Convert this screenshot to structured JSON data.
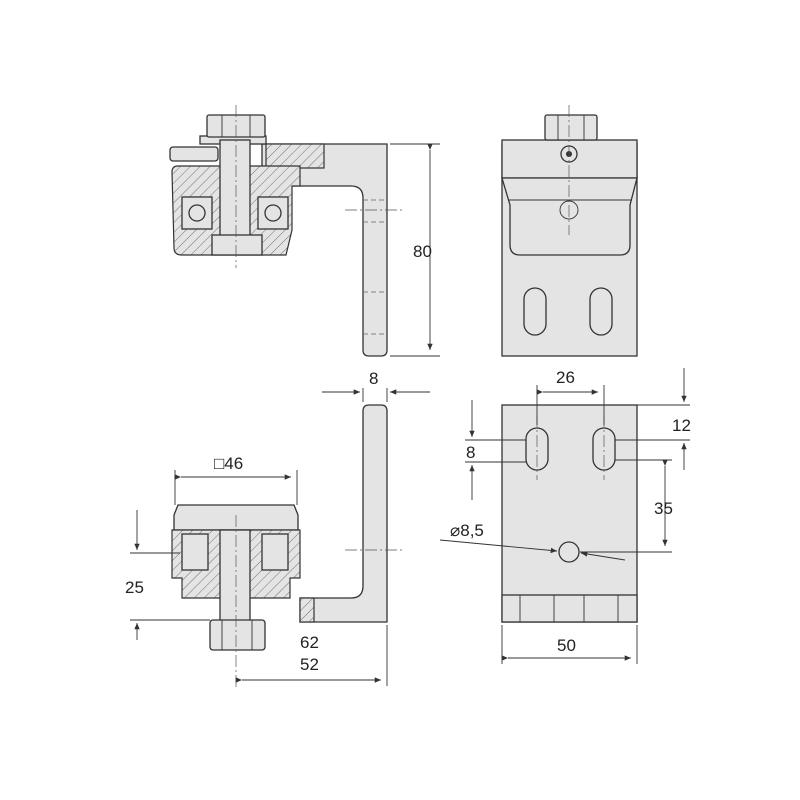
{
  "drawing": {
    "top_left_view": {
      "dim_height": "80"
    },
    "bottom_left_view": {
      "dim_thickness": "8",
      "dim_square": "□46",
      "dim_height": "25",
      "dim_62": "62",
      "dim_52": "52"
    },
    "bottom_right_view": {
      "dim_slot_spacing": "26",
      "dim_top_offset": "12",
      "dim_slot_width": "8",
      "dim_hole_offset": "35",
      "dim_hole_diameter": "⌀8,5",
      "dim_width": "50"
    }
  },
  "colors": {
    "part_fill": "#e4e4e4",
    "line": "#333333"
  }
}
